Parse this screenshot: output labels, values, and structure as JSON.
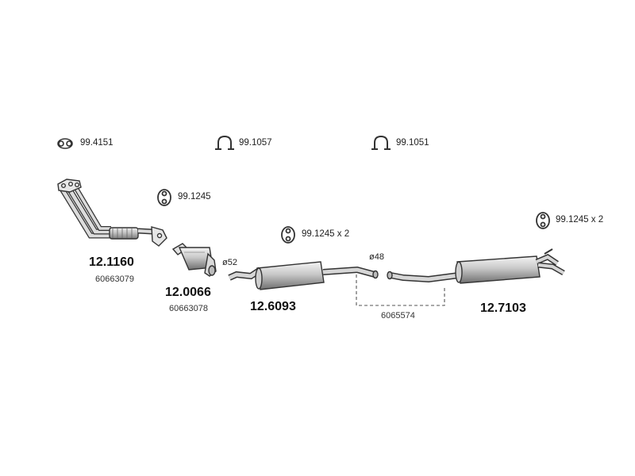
{
  "accessories": {
    "gasket": "99.4151",
    "clamp_a": "99.1057",
    "clamp_b": "99.1051",
    "hanger_front": "99.1245",
    "hanger_mid": "99.1245 x 2",
    "hanger_rear": "99.1245 x 2"
  },
  "parts": {
    "front_pipe": {
      "code": "12.1160",
      "ref": "60663079"
    },
    "catalyst": {
      "code": "12.0066",
      "ref": "60663078"
    },
    "middle_silencer": {
      "code": "12.6093"
    },
    "intermediate_pipe": {
      "ref": "6065574"
    },
    "rear_silencer": {
      "code": "12.7103"
    }
  },
  "dimensions": {
    "diameter_1": "ø52",
    "diameter_2": "ø48"
  },
  "colors": {
    "line": "#333333",
    "shade": "#bdbdbd",
    "light": "#e6e6e6"
  }
}
